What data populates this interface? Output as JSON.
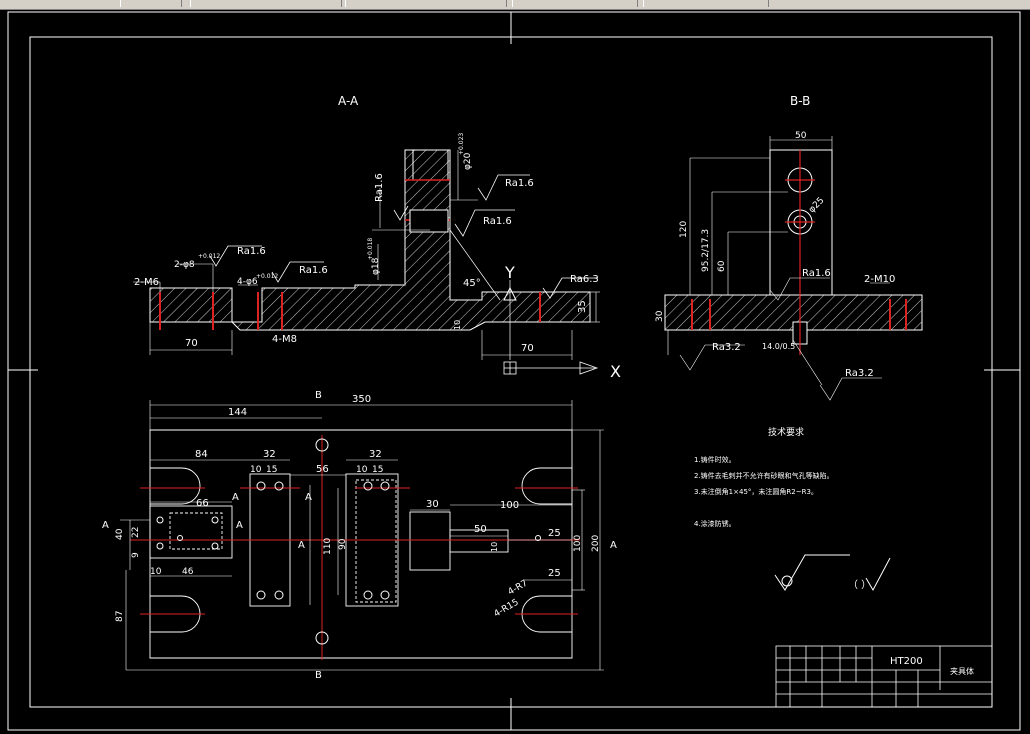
{
  "window": {
    "toolbar_icon": "dropdown-icon"
  },
  "drawing": {
    "section_aa_title": "A-A",
    "section_bb_title": "B-B",
    "material": "HT200",
    "tech_req_title": "技术要求",
    "tech_reqs": [
      "1.铸件时效。",
      "2.铸件去毛刺并不允许有砂眼和气孔等缺陷。",
      "3.未注倒角1×45°，未注圆角R2~R3。",
      "4.涂漆防锈。"
    ],
    "roughness_other": "（  ）",
    "aa": {
      "ra16_a": "Ra1.6",
      "ra16_b": "Ra1.6",
      "ra16_c": "Ra1.6",
      "ra16_d": "Ra1.6",
      "ra16_e": "Ra1.6",
      "ra63": "Ra6.3",
      "m6": "2-M6",
      "phi8": "2-φ8",
      "phi6": "4-φ6",
      "tol1": "+0.012",
      "tol2": "+0.012",
      "phi20": "φ20",
      "phi20_tol": "+0.023",
      "phi18": "φ18",
      "phi18_tol": "+0.018",
      "m8": "4-M8",
      "d70a": "70",
      "d70b": "70",
      "d35": "35",
      "d10": "10",
      "angle": "45°",
      "y_axis": "Y",
      "x_axis": "X"
    },
    "bb": {
      "d50": "50",
      "d120": "120",
      "d95": "95.2/17.3",
      "d60": "60",
      "phi25": "φ25",
      "ra16": "Ra1.6",
      "m10": "2-M10",
      "d30": "30",
      "ra32a": "Ra3.2",
      "ra32b": "Ra3.2",
      "d14": "14.0/0.5"
    },
    "plan": {
      "b_top": "B",
      "b_bot": "B",
      "d350": "350",
      "d144": "144",
      "d84": "84",
      "d32a": "32",
      "d32b": "32",
      "d56": "56",
      "d10a": "10",
      "d15a": "15",
      "d10b": "10",
      "d15b": "15",
      "a_left": "A",
      "a_left2": "A",
      "a_mid": "A",
      "a_mid2": "A",
      "a_right": "A",
      "a_l1": "A",
      "a_l2": "A",
      "d66": "66",
      "d30": "30",
      "d100a": "100",
      "d50": "50",
      "d25a": "25",
      "d40": "40",
      "d22": "22",
      "d9": "9",
      "d10c": "10",
      "d46": "46",
      "d110": "110",
      "d90": "90",
      "d10d": "10",
      "d100b": "100",
      "d200": "200",
      "d25b": "25",
      "d87": "87",
      "r7": "4-R7",
      "r15": "4-R15"
    },
    "title_block": {
      "material": "HT200",
      "name": "夹具体"
    }
  }
}
